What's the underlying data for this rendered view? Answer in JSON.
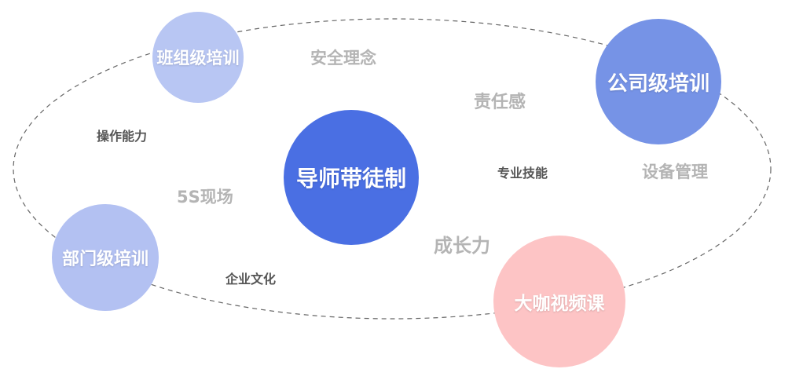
{
  "colors": {
    "center": "#4a6fe3",
    "company": "#7693e6",
    "team": "#b8c6f3",
    "department": "#b3c1f2",
    "video": "#fdc4c5",
    "keyword_light": "#b4b4b4",
    "keyword_dark": "#555555",
    "orbit_line": "#666666"
  },
  "circles": {
    "center": "导师带徒制",
    "team": "班组级培训",
    "company": "公司级培训",
    "department": "部门级培训",
    "video": "大咖视频课"
  },
  "keywords": {
    "safety": "安全理念",
    "responsibility": "责任感",
    "operation": "操作能力",
    "professional": "专业技能",
    "equipment": "设备管理",
    "five_s": "5S现场",
    "growth": "成长力",
    "culture": "企业文化"
  }
}
